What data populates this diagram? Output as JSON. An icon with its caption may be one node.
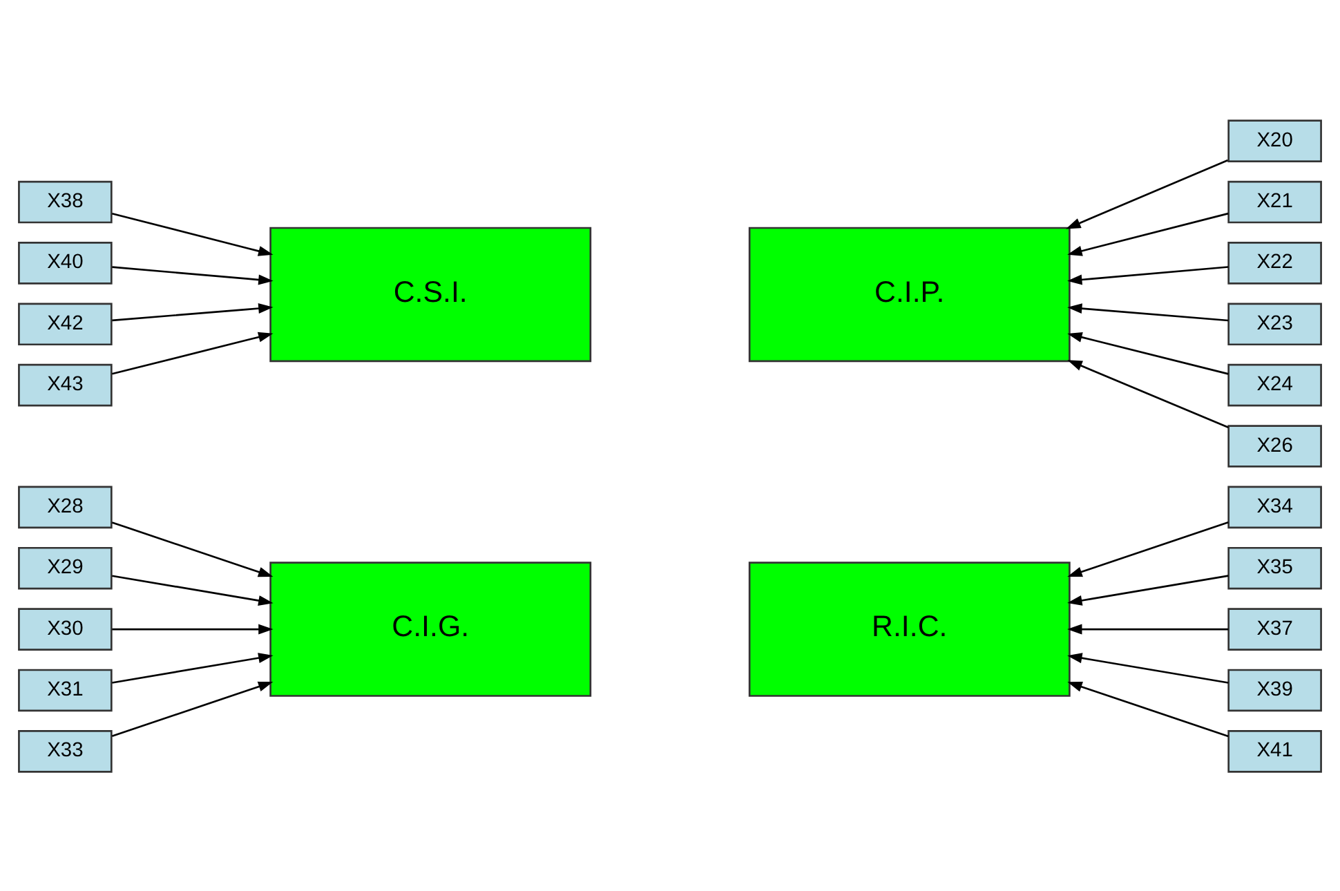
{
  "diagram": {
    "nodes": [
      {
        "text": [
          "X28"
        ]
      },
      {
        "text": [
          "X29"
        ]
      },
      {
        "text": [
          "X30"
        ]
      },
      {
        "text": [
          "X31"
        ]
      },
      {
        "text": [
          "X33"
        ]
      },
      {
        "text": [
          "C.I.G."
        ]
      },
      {
        "text": [
          "R.I.C."
        ]
      },
      {
        "text": [
          "X34"
        ]
      },
      {
        "text": [
          "X35"
        ]
      },
      {
        "text": [
          "X37"
        ]
      },
      {
        "text": [
          "X39"
        ]
      },
      {
        "text": [
          "X41"
        ]
      },
      {
        "text": [
          "X20"
        ]
      },
      {
        "text": [
          "X21"
        ]
      },
      {
        "text": [
          "X22"
        ]
      },
      {
        "text": [
          "X23"
        ]
      },
      {
        "text": [
          "X24"
        ]
      },
      {
        "text": [
          "X26"
        ]
      },
      {
        "text": [
          "X38"
        ]
      },
      {
        "text": [
          "X40"
        ]
      },
      {
        "text": [
          "X42"
        ]
      },
      {
        "text": [
          "X43"
        ]
      },
      {
        "text": [
          "C.S.I."
        ]
      },
      {
        "text": [
          "C.I.P."
        ]
      }
    ],
    "edges": [
      {
        "from": 0,
        "to": 5,
        "arrow": "to"
      },
      {
        "from": 1,
        "to": 5,
        "arrow": "to"
      },
      {
        "from": 2,
        "to": 5,
        "arrow": "to"
      },
      {
        "from": 3,
        "to": 5,
        "arrow": "to"
      },
      {
        "from": 4,
        "to": 5,
        "arrow": "to"
      },
      {
        "from": 7,
        "to": 6,
        "arrow": "to"
      },
      {
        "from": 8,
        "to": 6,
        "arrow": "to"
      },
      {
        "from": 9,
        "to": 6,
        "arrow": "to"
      },
      {
        "from": 10,
        "to": 6,
        "arrow": "to"
      },
      {
        "from": 11,
        "to": 6,
        "arrow": "to"
      },
      {
        "from": 12,
        "to": 23,
        "arrow": "to"
      },
      {
        "from": 13,
        "to": 23,
        "arrow": "to"
      },
      {
        "from": 14,
        "to": 23,
        "arrow": "to"
      },
      {
        "from": 15,
        "to": 23,
        "arrow": "to"
      },
      {
        "from": 16,
        "to": 23,
        "arrow": "to"
      },
      {
        "from": 17,
        "to": 23,
        "arrow": "to"
      },
      {
        "from": 18,
        "to": 22,
        "arrow": "to"
      },
      {
        "from": 19,
        "to": 22,
        "arrow": "to"
      },
      {
        "from": 20,
        "to": 22,
        "arrow": "to"
      },
      {
        "from": 21,
        "to": 22,
        "arrow": "to"
      }
    ]
  }
}
